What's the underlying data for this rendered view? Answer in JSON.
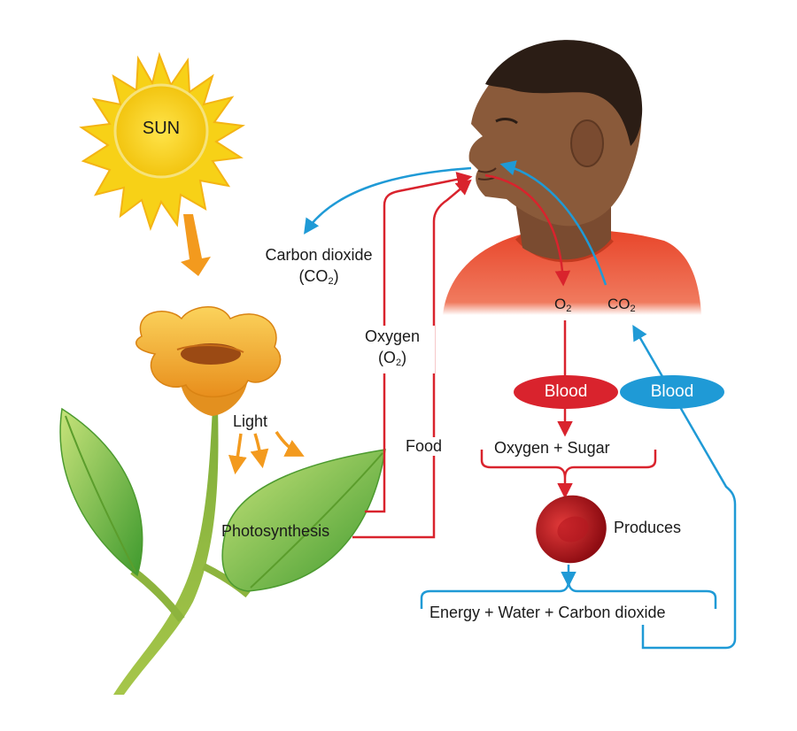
{
  "sun": {
    "label": "SUN"
  },
  "plant": {
    "light_label": "Light",
    "process_label": "Photosynthesis"
  },
  "exchange": {
    "co2_label": "Carbon dioxide",
    "co2_formula_base": "(CO",
    "co2_formula_sub": "2",
    "co2_formula_end": ")",
    "oxygen_label": "Oxygen",
    "oxygen_formula_base": "(O",
    "oxygen_formula_sub": "2",
    "oxygen_formula_end": ")",
    "food_label": "Food"
  },
  "body": {
    "o2_base": "O",
    "o2_sub": "2",
    "co2_base": "CO",
    "co2_sub": "2",
    "blood_red_label": "Blood",
    "blood_blue_label": "Blood",
    "inputs_label": "Oxygen + Sugar",
    "produces_label": "Produces",
    "outputs_label": "Energy + Water + Carbon dioxide"
  },
  "colors": {
    "red_flow": "#d9232d",
    "blue_flow": "#1f9ad6",
    "sun_yellow": "#f7d117",
    "leaf_green": "#7fc241",
    "shirt_red": "#e8452a",
    "skin": "#8a5a3a",
    "arrow_orange": "#f39a1e"
  }
}
